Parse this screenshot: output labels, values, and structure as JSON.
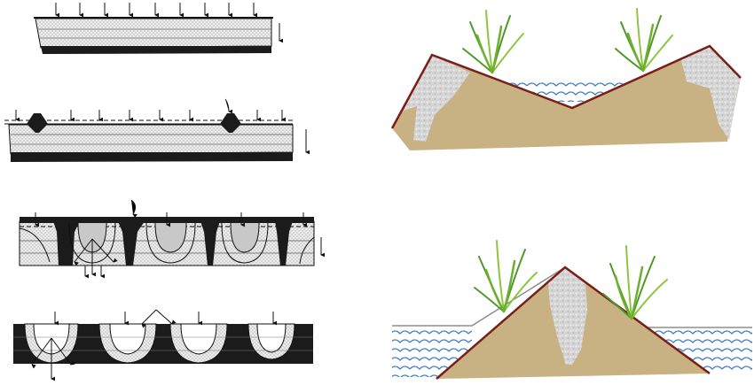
{
  "figure": {
    "left_panel": {
      "stages": [
        {
          "id": "stage-1",
          "description_visible": false
        },
        {
          "id": "stage-2",
          "description_visible": false
        },
        {
          "id": "stage-3",
          "description_visible": false
        },
        {
          "id": "stage-4",
          "description_visible": false
        }
      ]
    },
    "right_panel": {
      "scenes": [
        {
          "id": "valley-scene"
        },
        {
          "id": "ridge-scene"
        }
      ]
    }
  },
  "colors": {
    "ink": "#111111",
    "dark_layer": "#1b1b1b",
    "stipple_light": "#e4e4e4",
    "stipple_mid": "#bdbdbd",
    "sand": "#c8b283",
    "sand_outline": "#7a1e18",
    "salt_crust": "#d2d2d2",
    "water": "#ffffff",
    "wave": "#3f7fc4",
    "plant_green": "#4f9a2a",
    "plant_light": "#8cc63f"
  }
}
